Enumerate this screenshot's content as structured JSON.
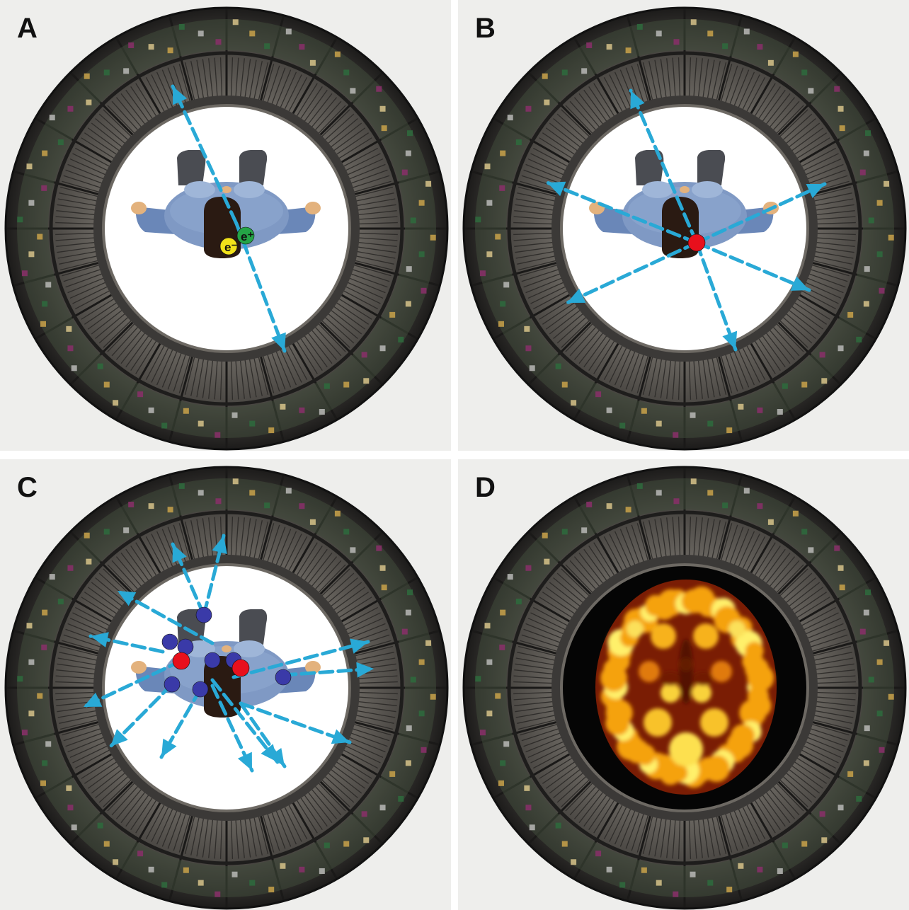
{
  "panels": [
    {
      "letter": "A"
    },
    {
      "letter": "B"
    },
    {
      "letter": "C"
    },
    {
      "letter": "D"
    }
  ],
  "particles": {
    "electron": "e⁻",
    "positron": "e⁺"
  },
  "colors": {
    "photon_path": "#29a9d6",
    "annihilation": "#e8101c",
    "scatter_event": "#3a3aa8",
    "electron": "#f2e21a",
    "positron": "#24a446",
    "body": "#7f99c4",
    "head": "#2a1a12",
    "feet": "#4a4c52"
  }
}
